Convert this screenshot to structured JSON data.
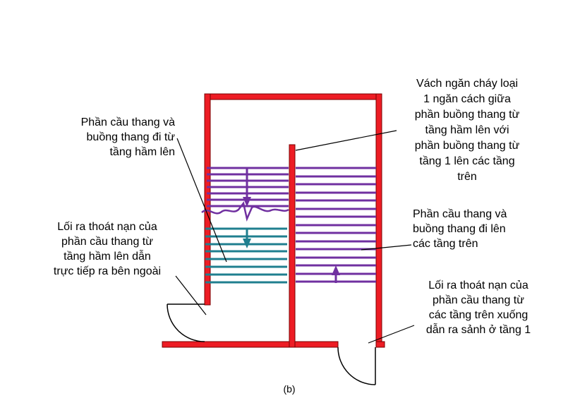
{
  "figure_caption": "(b)",
  "colors": {
    "wall_fill": "#ed1c24",
    "wall_stroke": "#7a0000",
    "stair_upper": "#7030a0",
    "stair_basement": "#1f7f8f",
    "leader": "#000000"
  },
  "labels": {
    "basement_stair": {
      "lines": [
        "Phần cầu thang và",
        "buồng thang đi từ",
        "tầng hầm lên"
      ]
    },
    "basement_exit": {
      "lines": [
        "Lối ra thoát nạn của",
        "phần cầu thang từ",
        "tầng hầm lên dẫn",
        "trực tiếp ra bên ngoài"
      ]
    },
    "fire_partition": {
      "lines": [
        "Vách ngăn cháy loại",
        "1 ngăn cách giữa",
        "phần buồng thang từ",
        "tầng hầm lên với",
        "phần buồng thang từ",
        "tầng 1 lên các tầng",
        "trên"
      ]
    },
    "upper_stair": {
      "lines": [
        "Phần cầu thang và",
        "buồng thang đi lên",
        "các tầng trên"
      ]
    },
    "upper_exit": {
      "lines": [
        "Lối ra thoát nạn của",
        "phần cầu thang từ",
        "các tầng trên xuống",
        "dẫn ra sảnh ở tầng 1"
      ]
    }
  }
}
